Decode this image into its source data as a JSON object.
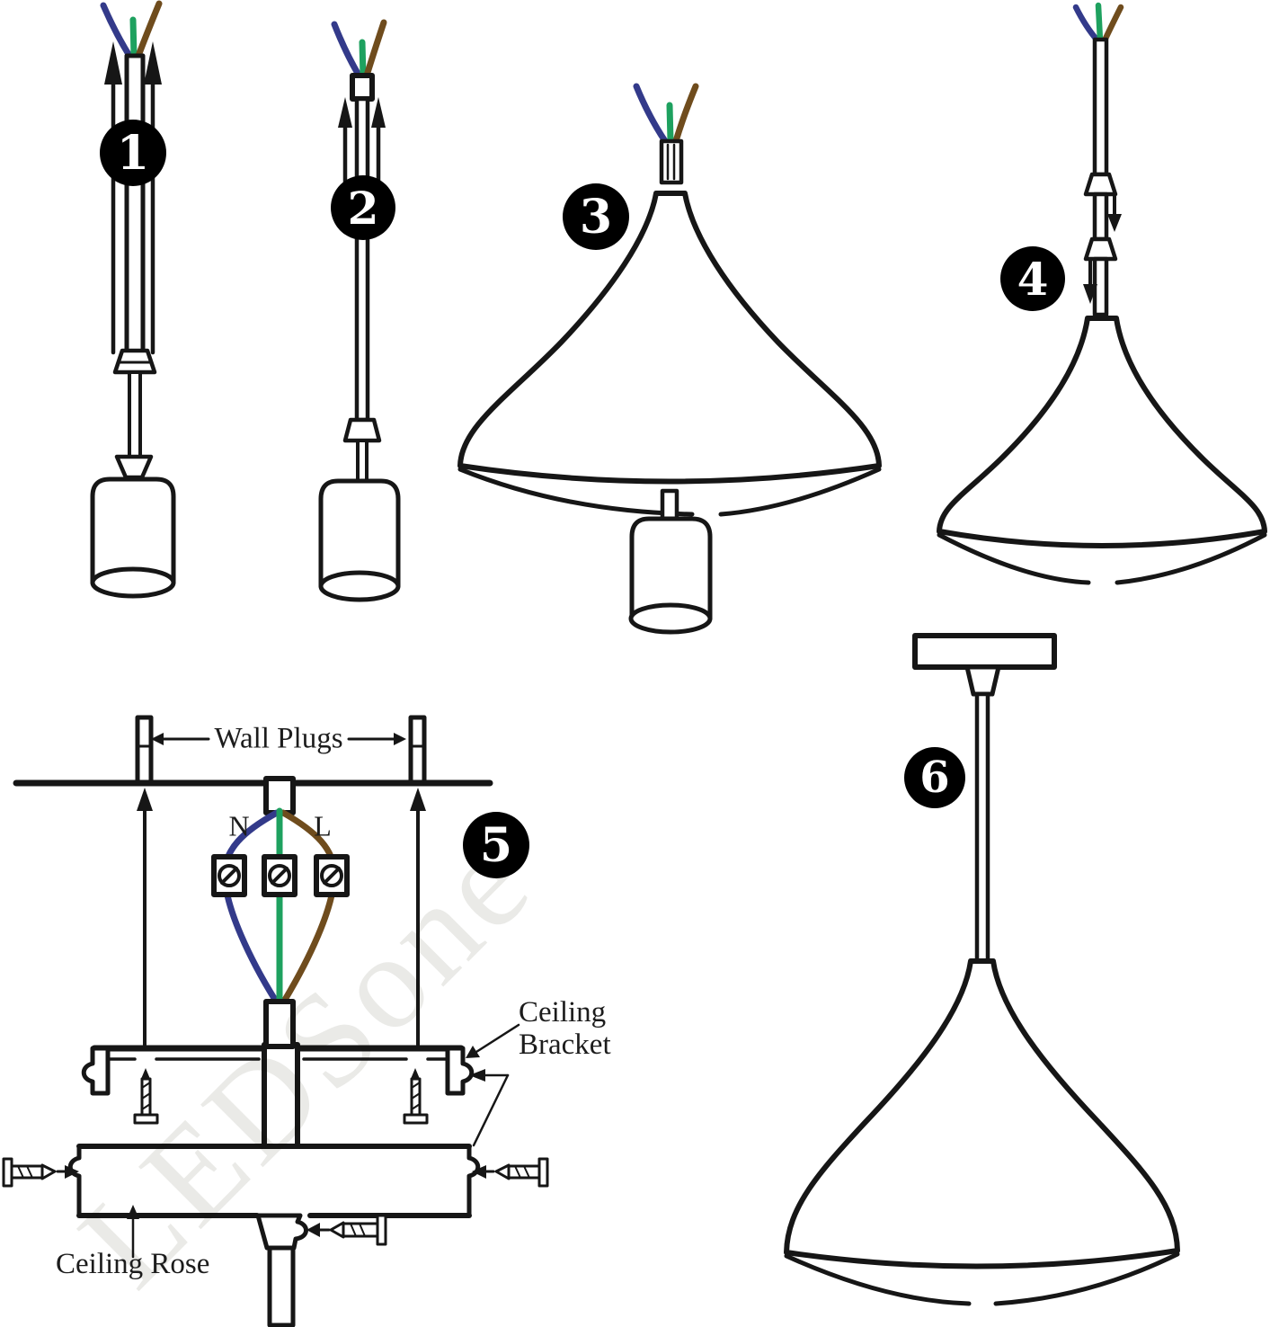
{
  "steps": [
    {
      "number": "1"
    },
    {
      "number": "2"
    },
    {
      "number": "3"
    },
    {
      "number": "4"
    },
    {
      "number": "5"
    },
    {
      "number": "6"
    }
  ],
  "labels": {
    "wall_plugs": "Wall Plugs",
    "neutral": "N",
    "live": "L",
    "ceiling_bracket_line1": "Ceiling",
    "ceiling_bracket_line2": "Bracket",
    "ceiling_rose": "Ceiling Rose"
  },
  "watermark": "LEDSone",
  "colors": {
    "line": "#161616",
    "wire_neutral_blue": "#333a8a",
    "wire_earth_green": "#1ea15f",
    "wire_live_brown": "#6f4c1d",
    "badge_background": "#000000",
    "badge_text": "#ffffff",
    "watermark_gray": "#eaeae7"
  }
}
